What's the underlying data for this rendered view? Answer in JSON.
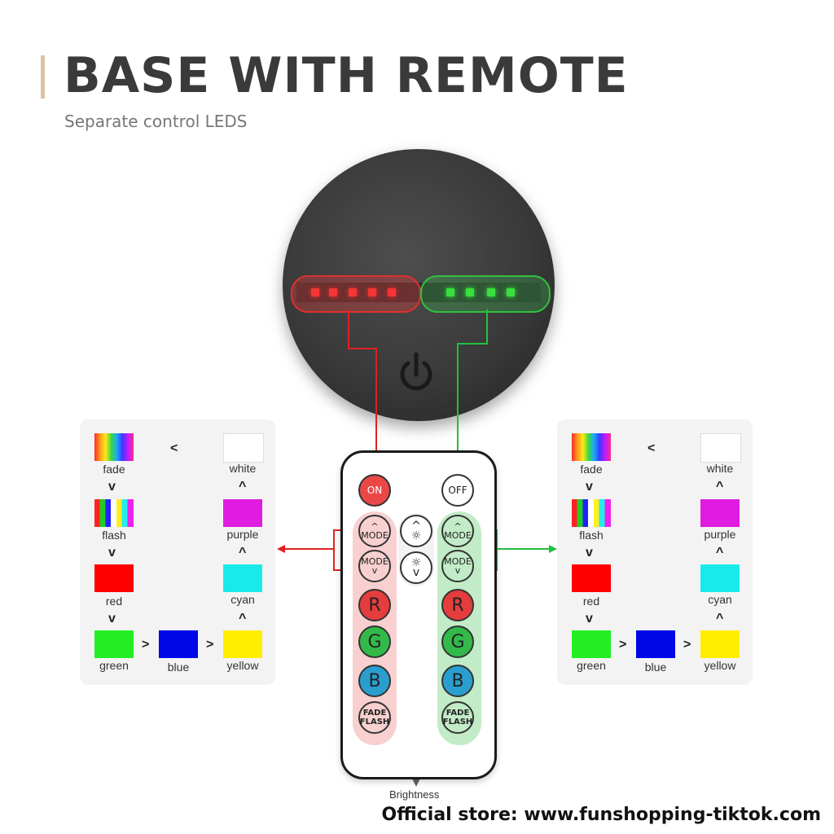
{
  "header": {
    "title": "BASE WITH REMOTE",
    "subtitle": "Separate control LEDS"
  },
  "remote": {
    "on_label": "ON",
    "off_label": "OFF",
    "mode_label": "MODE",
    "r_label": "R",
    "g_label": "G",
    "b_label": "B",
    "fade_label": "FADE",
    "flash_label": "FLASH",
    "brightness_label": "Brightness"
  },
  "panel": {
    "colors": {
      "fade": "fade",
      "white": "white",
      "flash": "flash",
      "purple": "purple",
      "red": "red",
      "cyan": "cyan",
      "green": "green",
      "blue": "blue",
      "yellow": "yellow"
    },
    "symbols": {
      "lt": "<",
      "gt": ">",
      "down": "v",
      "up": "^"
    },
    "swatch_colors": {
      "white": "#ffffff",
      "purple": "#e01ce0",
      "red": "#ff0000",
      "cyan": "#18eaea",
      "green": "#22ee22",
      "blue": "#0008e8",
      "yellow": "#ffee00"
    }
  },
  "footer": {
    "text": "Official store: www.funshopping-tiktok.com"
  },
  "accent_colors": {
    "red_line": "#e02020",
    "green_line": "#22c040",
    "title_bar": "#d9c3a5"
  }
}
